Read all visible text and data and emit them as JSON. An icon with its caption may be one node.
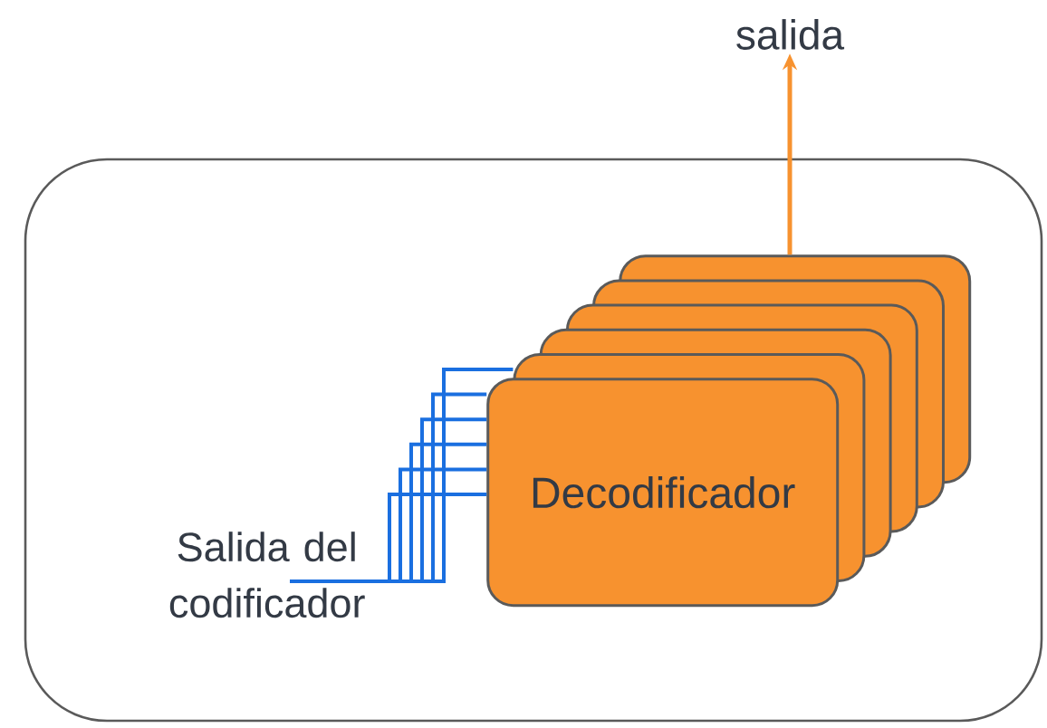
{
  "diagram": {
    "nodes": [
      {
        "text": [],
        "shape": "box"
      },
      {
        "text": [
          "Salida del codificador"
        ],
        "in": 0
      },
      {
        "text": [
          "Decodificador"
        ],
        "in": 0
      },
      {
        "text": [
          "salida"
        ]
      }
    ],
    "edges": [
      {
        "from": 1,
        "to": 2,
        "arrow": "none",
        "color": "#1a6fe0"
      },
      {
        "from": 1,
        "to": 2,
        "arrow": "none",
        "color": "#1a6fe0"
      },
      {
        "from": 1,
        "to": 2,
        "arrow": "none",
        "color": "#1a6fe0"
      },
      {
        "from": 1,
        "to": 2,
        "arrow": "none",
        "color": "#1a6fe0"
      },
      {
        "from": 1,
        "to": 2,
        "arrow": "none",
        "color": "#1a6fe0"
      },
      {
        "from": 1,
        "to": 2,
        "arrow": "none",
        "color": "#1a6fe0"
      },
      {
        "from": 2,
        "to": 3,
        "arrow": "to",
        "color": "#f7922f"
      }
    ]
  }
}
